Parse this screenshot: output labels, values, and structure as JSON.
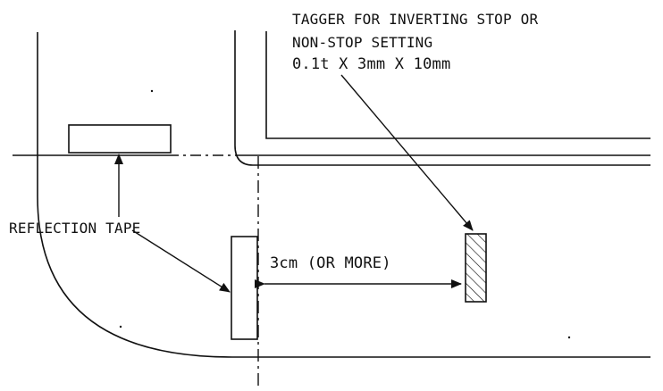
{
  "labels": {
    "tagger_line1": "TAGGER FOR INVERTING STOP OR",
    "tagger_line2": "NON-STOP SETTING",
    "tagger_dimensions": "0.1t X 3mm X 10mm",
    "reflection_tape": "REFLECTION TAPE",
    "gap": "3cm (OR MORE)"
  },
  "colors": {
    "line": "#111111",
    "background": "#ffffff"
  }
}
